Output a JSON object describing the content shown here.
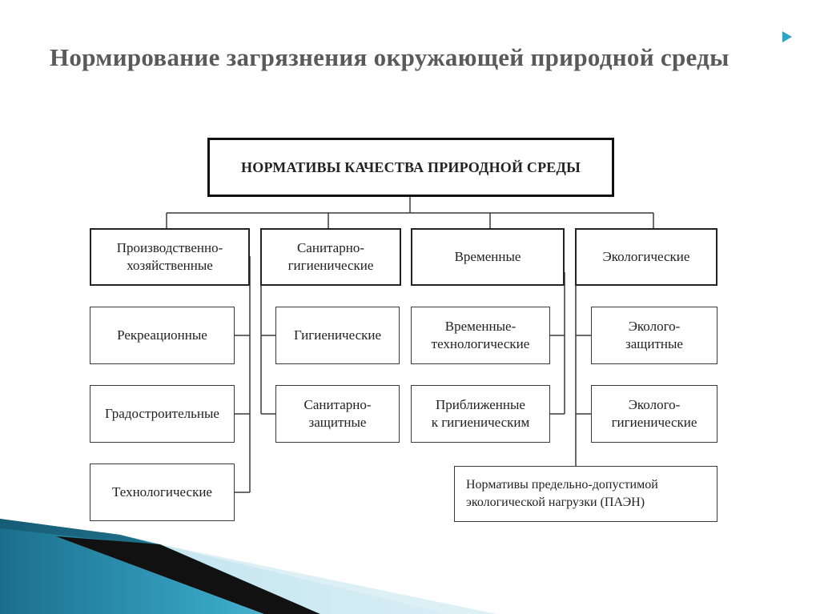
{
  "slide": {
    "title": "Нормирование загрязнения окружающей природной среды"
  },
  "diagram": {
    "root": "НОРМАТИВЫ КАЧЕСТВА ПРИРОДНОЙ СРЕДЫ",
    "categories": [
      "Производственно-\nхозяйственные",
      "Санитарно-\nгигиенические",
      "Временные",
      "Экологические"
    ],
    "production_items": [
      "Рекреационные",
      "Градостроительные",
      "Технологические"
    ],
    "sanitary_items": [
      "Гигиенические",
      "Санитарно-\nзащитные"
    ],
    "temporary_items": [
      "Временные-\nтехнологические",
      "Приближенные\nк гигиеническим"
    ],
    "ecological_items": [
      "Эколого-\nзащитные",
      "Эколого-\nгигиенические"
    ],
    "paen": "Нормативы предельно-допустимой\nэкологической нагрузки (ПАЭН)"
  },
  "colors": {
    "title": "#5a5a5a",
    "accent": "#2aa7c9",
    "line": "#3a3a3a"
  }
}
